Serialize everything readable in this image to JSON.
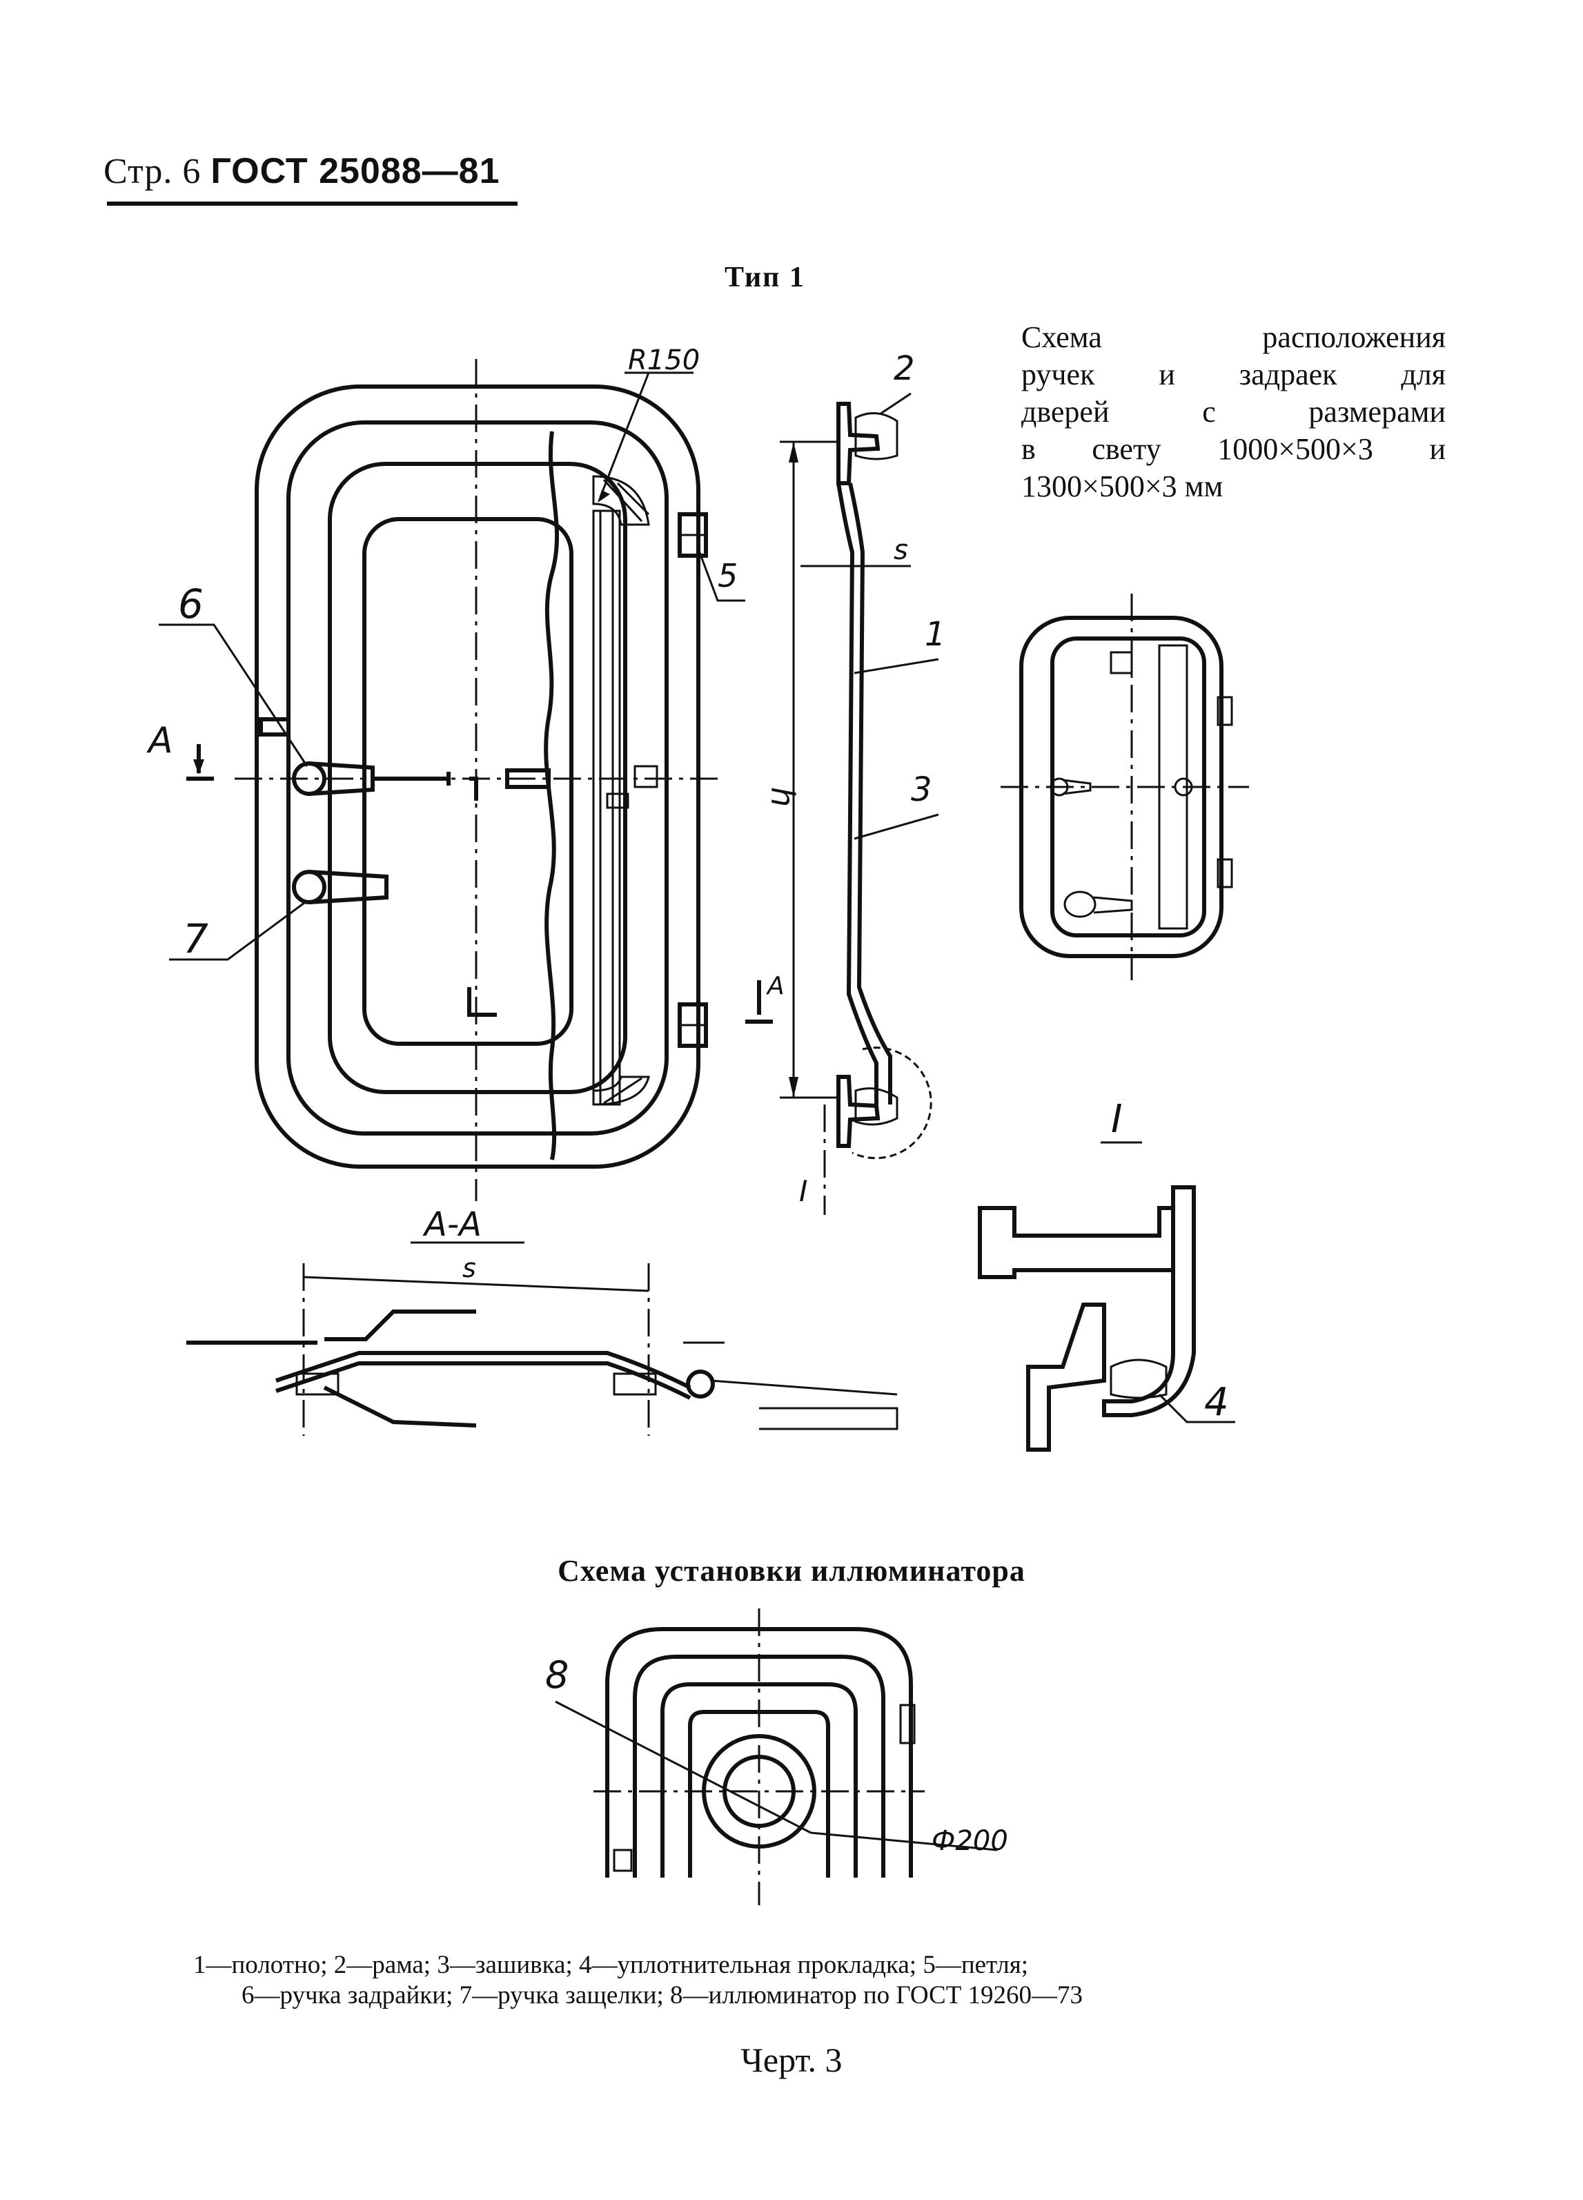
{
  "header": {
    "page_prefix": "Стр. 6",
    "standard": "ГОСТ 25088—81"
  },
  "type_title": "Тип 1",
  "scheme_note": {
    "lines": [
      "Схема расположения",
      "ручек и задраек для",
      "дверей с размерами",
      "в свету 1000×500×3 и",
      "1300×500×3 мм"
    ]
  },
  "drawing_labels": {
    "radius": "R150",
    "part_1": "1",
    "part_2": "2",
    "part_3": "3",
    "part_4": "4",
    "part_5": "5",
    "part_6": "6",
    "part_7": "7",
    "part_8": "8",
    "section_mark": "А",
    "section_mark_lower": "А",
    "section_title": "А-А",
    "dim_s": "s",
    "dim_s_section": "s",
    "dim_h": "h",
    "detail_mark": "I",
    "detail_title": "I",
    "diameter": "Ф200"
  },
  "install_title": "Схема установки иллюминатора",
  "caption": {
    "line1": "1—полотно; 2—рама; 3—зашивка; 4—уплотнительная прокладка; 5—петля;",
    "line2": "6—ручка задрайки; 7—ручка защелки; 8—иллюминатор по ГОСТ 19260—73"
  },
  "figure_label": "Черт. 3"
}
